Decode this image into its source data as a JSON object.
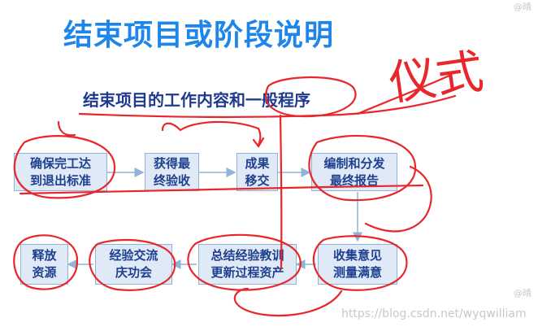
{
  "title": "结束项目或阶段说明",
  "subtitle": "结束项目的工作内容和一般程序",
  "steps": [
    {
      "id": "confirm",
      "label": "确保完工达\n到退出标准"
    },
    {
      "id": "accept",
      "label": "获得最\n终验收"
    },
    {
      "id": "transfer",
      "label": "成果\n移交"
    },
    {
      "id": "report",
      "label": "编制和分发\n最终报告"
    },
    {
      "id": "collect",
      "label": "收集意见\n测量满意"
    },
    {
      "id": "summarize",
      "label": "总结经验教训\n更新过程资产"
    },
    {
      "id": "celebrate",
      "label": "经验交流\n庆功会"
    },
    {
      "id": "release",
      "label": "释放\n资源"
    }
  ],
  "annotation": "仪式",
  "watermark": "https://blog.csdn.net/wyqwilliam",
  "corner_top": "@晴",
  "corner_right": "@晴"
}
